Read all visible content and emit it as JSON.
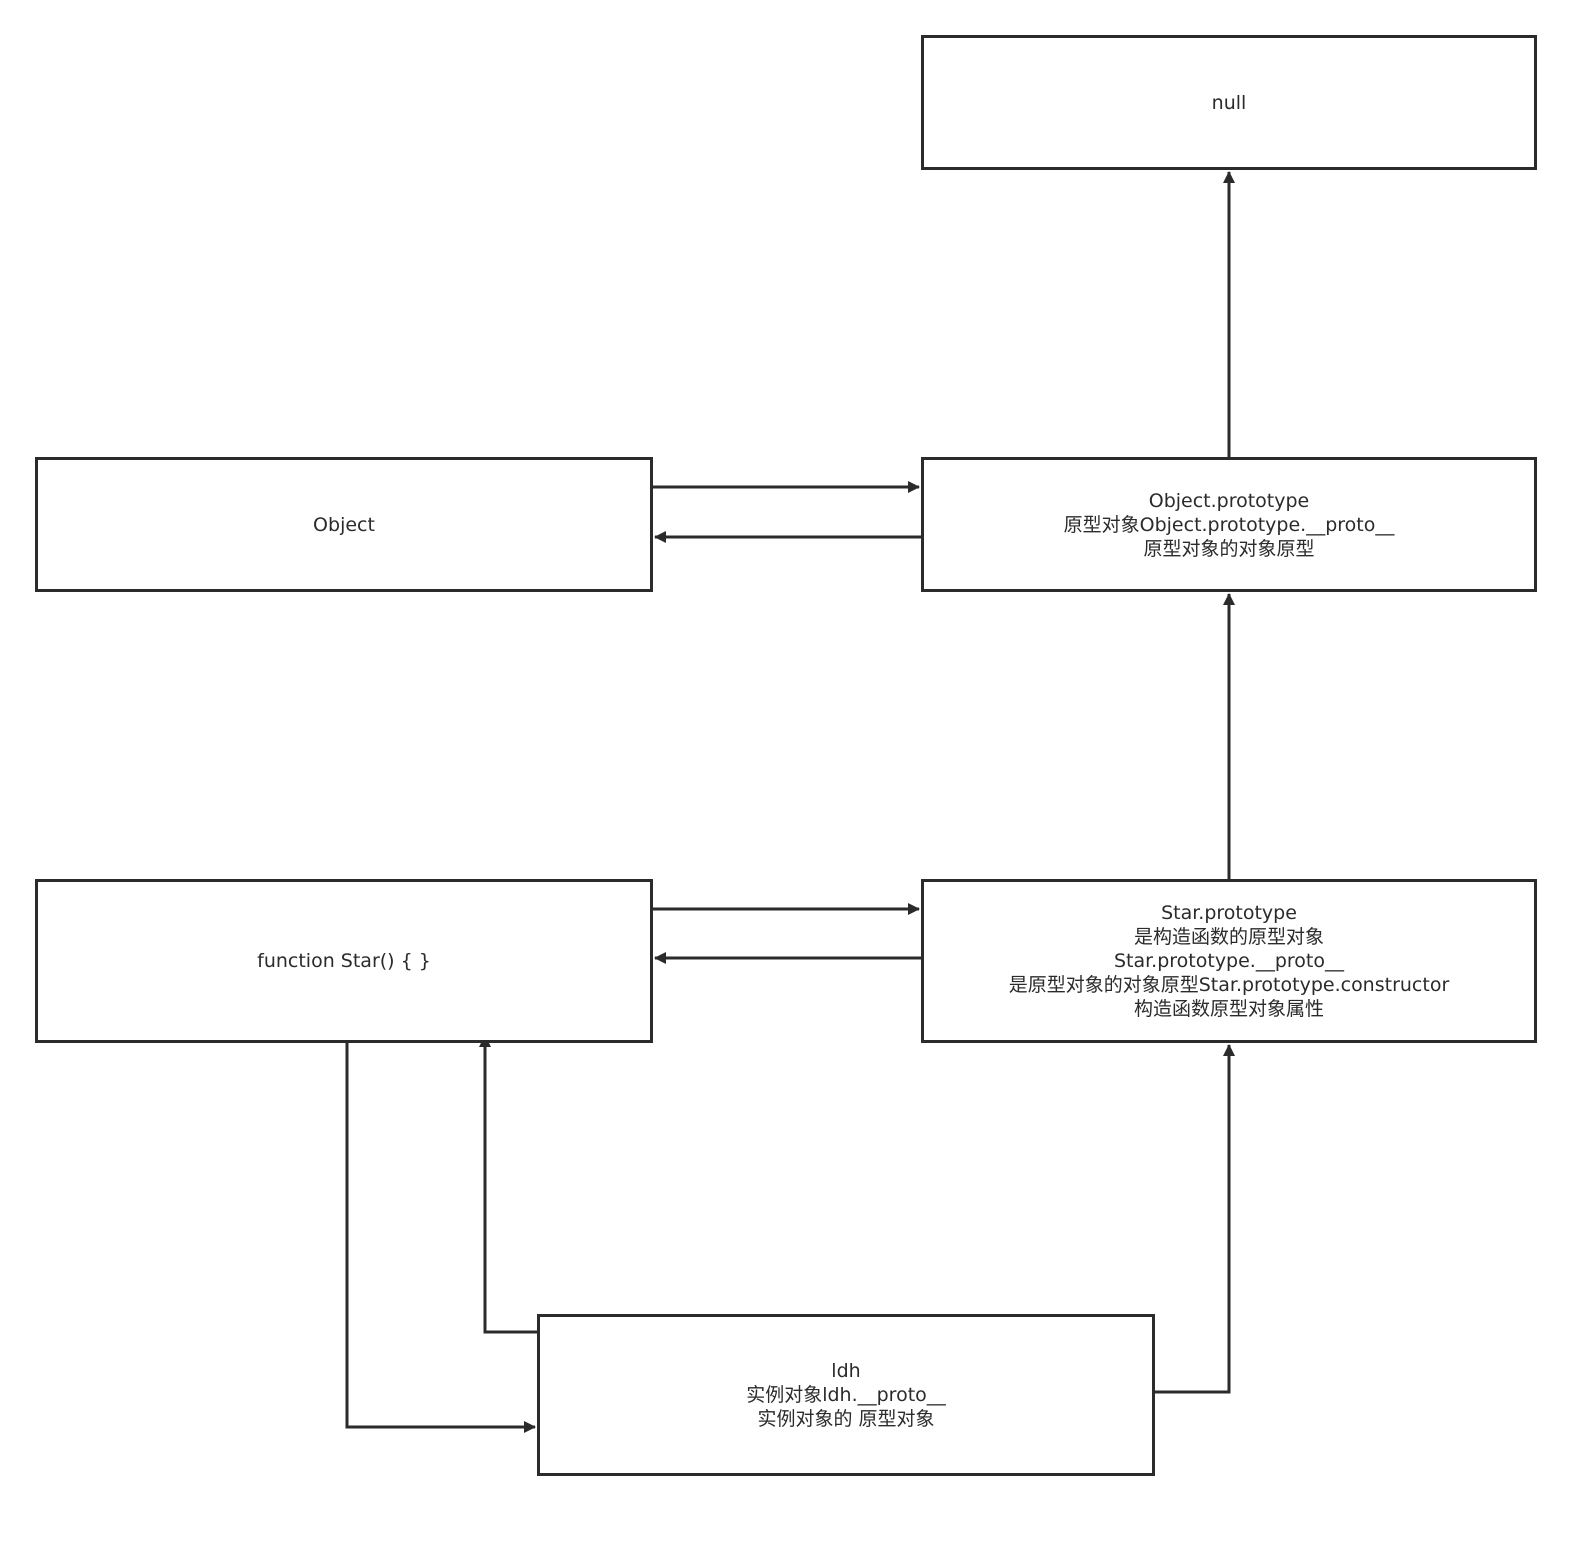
{
  "diagram": {
    "nodes": {
      "null": {
        "lines": [
          "null"
        ]
      },
      "object": {
        "lines": [
          "Object"
        ]
      },
      "object_prototype": {
        "lines": [
          "Object.prototype",
          "原型对象Object.prototype.__proto__",
          "原型对象的对象原型"
        ]
      },
      "star": {
        "lines": [
          "function Star() { }"
        ]
      },
      "star_prototype": {
        "lines": [
          "Star.prototype",
          "是构造函数的原型对象",
          "Star.prototype.__proto__",
          "是原型对象的对象原型Star.prototype.constructor",
          "构造函数原型对象属性"
        ]
      },
      "ldh": {
        "lines": [
          "ldh",
          "实例对象ldh.__proto__",
          "实例对象的 原型对象"
        ]
      }
    },
    "edges": [
      {
        "from": "object_prototype",
        "to": "null"
      },
      {
        "from": "object",
        "to": "object_prototype"
      },
      {
        "from": "object_prototype",
        "to": "object"
      },
      {
        "from": "star_prototype",
        "to": "object_prototype"
      },
      {
        "from": "star",
        "to": "star_prototype"
      },
      {
        "from": "star_prototype",
        "to": "star"
      },
      {
        "from": "star",
        "to": "ldh"
      },
      {
        "from": "ldh",
        "to": "star"
      },
      {
        "from": "ldh",
        "to": "star_prototype"
      }
    ],
    "colors": {
      "stroke": "#2b2b2b",
      "text": "#2b2b2b",
      "background": "#ffffff"
    }
  }
}
